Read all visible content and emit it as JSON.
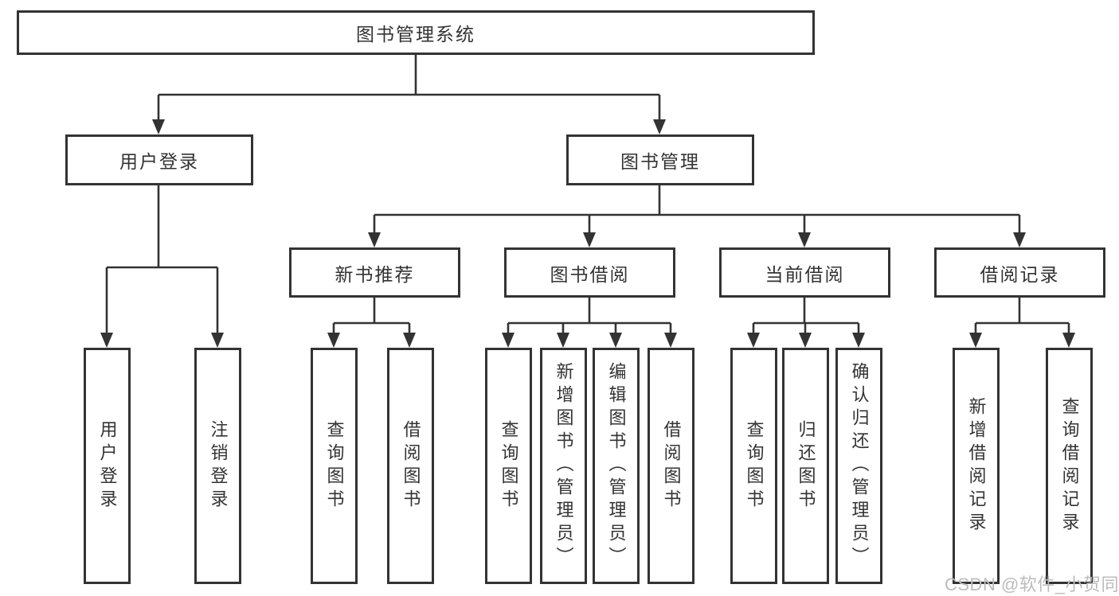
{
  "diagram_title": "图书管理系统",
  "tree": {
    "root": {
      "label": "图书管理系统"
    },
    "branches": [
      {
        "label": "用户登录",
        "leaves": [
          {
            "label": "用户登录"
          },
          {
            "label": "注销登录"
          }
        ]
      },
      {
        "label": "图书管理",
        "groups": [
          {
            "label": "新书推荐",
            "leaves": [
              {
                "label": "查询图书"
              },
              {
                "label": "借阅图书"
              }
            ]
          },
          {
            "label": "图书借阅",
            "leaves": [
              {
                "label": "查询图书"
              },
              {
                "label": "新增图书（管理员）"
              },
              {
                "label": "编辑图书（管理员）"
              },
              {
                "label": "借阅图书"
              }
            ]
          },
          {
            "label": "当前借阅",
            "leaves": [
              {
                "label": "查询图书"
              },
              {
                "label": "归还图书"
              },
              {
                "label": "确认归还（管理员）"
              }
            ]
          },
          {
            "label": "借阅记录",
            "leaves": [
              {
                "label": "新增借阅记录"
              },
              {
                "label": "查询借阅记录"
              }
            ]
          }
        ]
      }
    ]
  },
  "watermark": "CSDN @软件_小贺同学",
  "colors": {
    "line": "#333333",
    "box_border": "#333333",
    "text": "#333333",
    "background": "#ffffff",
    "watermark": "#bcbcbc"
  }
}
